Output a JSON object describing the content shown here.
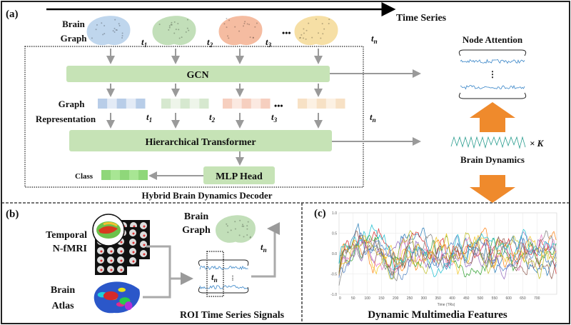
{
  "panel_labels": {
    "a": "(a)",
    "b": "(b)",
    "c": "(c)"
  },
  "time_series_label": "Time Series",
  "brain_graph_label": [
    "Brain",
    "Graph"
  ],
  "graph_representation_label": [
    "Graph",
    "Representation"
  ],
  "time_steps": [
    {
      "base": "t",
      "sub": "1"
    },
    {
      "base": "t",
      "sub": "2"
    },
    {
      "base": "t",
      "sub": "3"
    },
    {
      "base": "t",
      "sub": "n"
    }
  ],
  "ellipsis": "•••",
  "modules": {
    "gcn": "GCN",
    "transformer": "Hierarchical Transformer",
    "mlp": "MLP Head",
    "class": "Class",
    "decoder": "Hybrid Brain Dynamics Decoder"
  },
  "right_panel": {
    "node_attention": "Node Attention",
    "vdots": "⋮",
    "brain_dynamics": "Brain Dynamics",
    "times_k": "× K"
  },
  "panel_b": {
    "temporal": [
      "Temporal",
      "N-fMRI"
    ],
    "atlas": [
      "Brain",
      "Atlas"
    ],
    "brain_graph": [
      "Brain",
      "Graph"
    ],
    "roi": "ROI Time Series Signals",
    "vdots": "⋮"
  },
  "panel_c": {
    "title": "Dynamic Multimedia Features",
    "xlabel": "Time (TRs)",
    "xticks": [
      "0",
      "50",
      "100",
      "150",
      "200",
      "250",
      "300",
      "350",
      "400",
      "450",
      "500",
      "550",
      "600",
      "650",
      "700"
    ],
    "yticks": [
      "1.0",
      "0.5",
      "0.0",
      "-0.5",
      "-1.0"
    ],
    "xlim": [
      0,
      770
    ],
    "ylim": [
      -1,
      1
    ],
    "series_colors": [
      "#1f77b4",
      "#ff7f0e",
      "#2ca02c",
      "#d62728",
      "#9467bd",
      "#8c564b",
      "#e377c2",
      "#7f7f7f",
      "#bcbd22",
      "#17becf",
      "#f0c419",
      "#4a7fc1"
    ]
  },
  "colors": {
    "module_green": "#c6e3b6",
    "arrow_gray": "#9a9a9a",
    "orange": "#ef8a2c",
    "brain_blue": "#b9d2ec",
    "brain_green": "#bcdcb2",
    "brain_orange": "#f4b597",
    "brain_yellow": "#f6dc9c"
  }
}
